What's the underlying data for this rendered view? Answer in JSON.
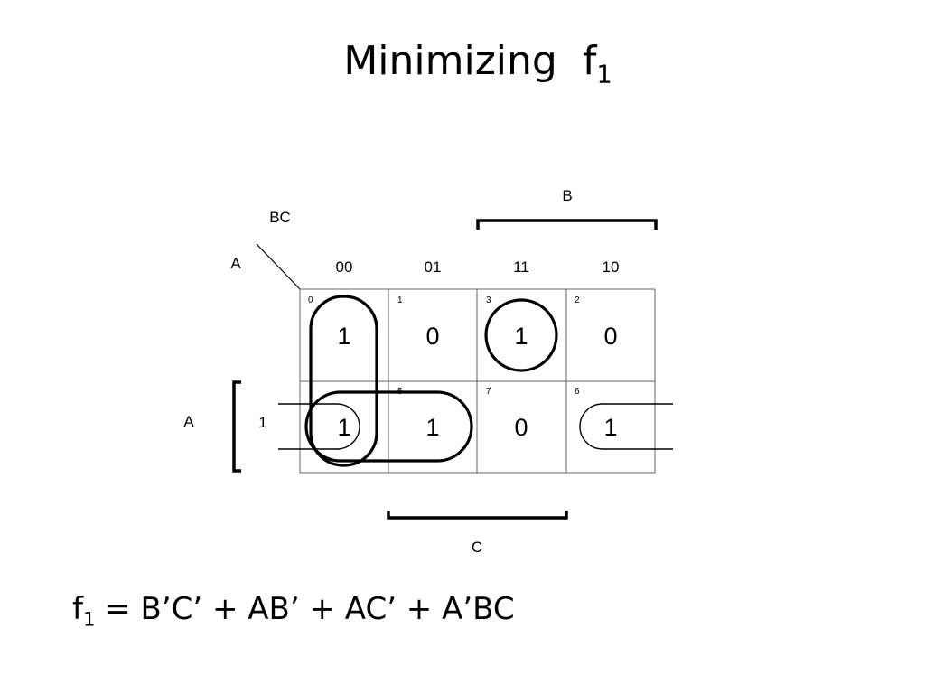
{
  "slide": {
    "title_main": "Minimizing  f",
    "title_sub": "1"
  },
  "kmap": {
    "row_var": "A",
    "col_vars": "BC",
    "col_headers": [
      "00",
      "01",
      "11",
      "10"
    ],
    "row_headers": [
      "",
      "1"
    ],
    "bracket_labels": {
      "B": "B",
      "C": "C",
      "A": "A"
    },
    "cells": [
      [
        {
          "index": "0",
          "value": "1"
        },
        {
          "index": "1",
          "value": "0"
        },
        {
          "index": "3",
          "value": "1"
        },
        {
          "index": "2",
          "value": "0"
        }
      ],
      [
        {
          "index": "",
          "value": "1"
        },
        {
          "index": "5",
          "value": "1"
        },
        {
          "index": "7",
          "value": "0"
        },
        {
          "index": "6",
          "value": "1"
        }
      ]
    ],
    "groupings": [
      "B'C'",
      "AB'",
      "AC'",
      "A'BC"
    ]
  },
  "formula": {
    "lhs_main": "f",
    "lhs_sub": "1",
    "rhs": " = B’C’ + AB’ + AC’ + A’BC"
  }
}
